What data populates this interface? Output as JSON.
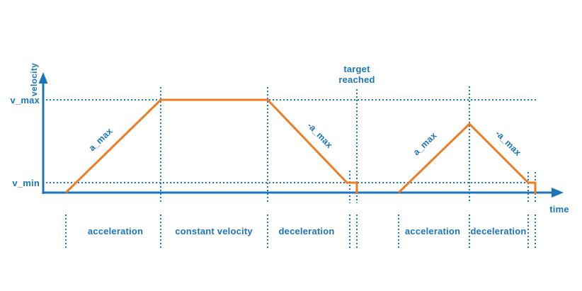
{
  "colors": {
    "blue": "#1b75bc",
    "orange": "#ef7b23",
    "background": "#ffffff"
  },
  "axes": {
    "y_label": "velocity",
    "x_label": "time",
    "v_max": "v_max",
    "v_min": "v_min"
  },
  "target": {
    "line1": "target",
    "line2": "reached"
  },
  "slopes": {
    "accel1": "a_max",
    "decel1": "-a_max",
    "accel2": "a_max",
    "decel2": "-a_max"
  },
  "phases": [
    {
      "label": "acceleration"
    },
    {
      "label": "constant velocity"
    },
    {
      "label": "deceleration"
    },
    {
      "label": "acceleration"
    },
    {
      "label": "deceleration"
    }
  ],
  "profile": {
    "type": "line",
    "y_levels": [
      "v_min",
      "v_max"
    ],
    "moves": [
      {
        "name": "move-1",
        "shape": "trapezoid",
        "phases": [
          "acceleration",
          "constant velocity",
          "deceleration"
        ],
        "end_marker": "target reached"
      },
      {
        "name": "move-2",
        "shape": "triangle",
        "phases": [
          "acceleration",
          "deceleration"
        ]
      }
    ]
  }
}
